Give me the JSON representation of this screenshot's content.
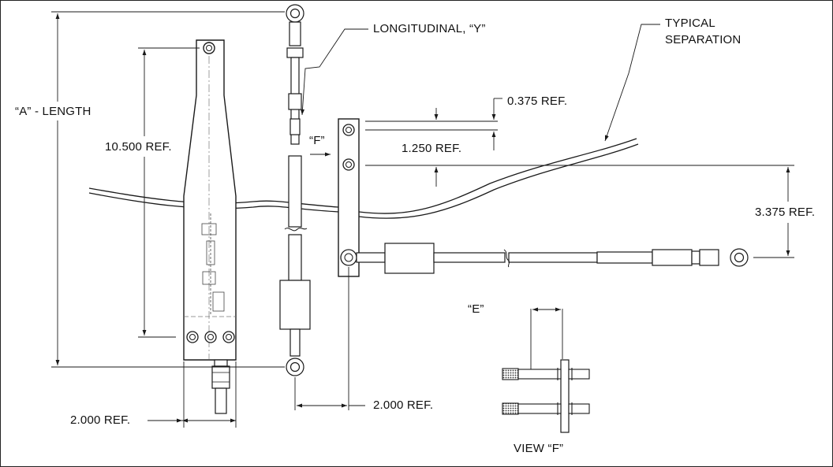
{
  "labels": {
    "a_length": "“A” - LENGTH",
    "ref_10_500": "10.500 REF.",
    "longitudinal": "LONGITUDINAL, “Y”",
    "typical": "TYPICAL",
    "separation": "SEPARATION",
    "ref_0_375": "0.375 REF.",
    "view_f_marker": "“F”",
    "ref_1_250": "1.250 REF.",
    "ref_3_375": "3.375 REF.",
    "e_marker": "“E”",
    "ref_2_000_right": "2.000 REF.",
    "ref_2_000_left": "2.000 REF.",
    "view_f": "VIEW  “F”"
  },
  "colors": {
    "line": "#1a1a1a",
    "part_fill": "#ffffff",
    "shade": "#9a9a9a",
    "thin": "#555555"
  }
}
